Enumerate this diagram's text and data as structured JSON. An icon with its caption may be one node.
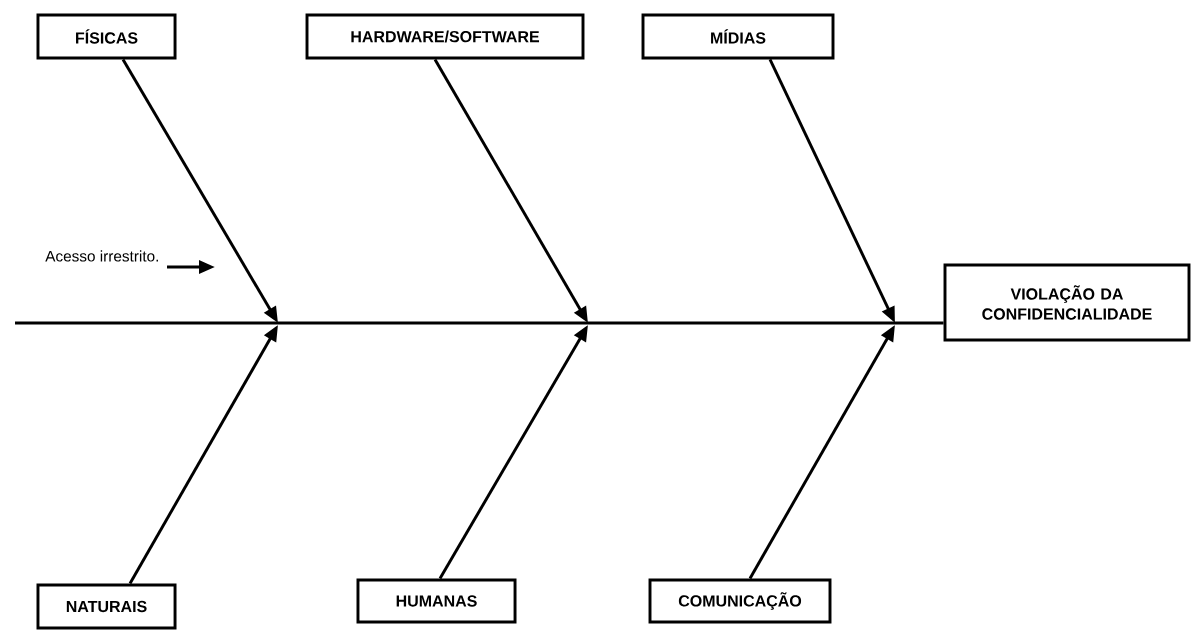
{
  "diagram": {
    "nodes": [
      {
        "text": [
          "FÍSICAS"
        ]
      },
      {
        "text": [
          "HARDWARE/SOFTWARE"
        ]
      },
      {
        "text": [
          "MÍDIAS"
        ]
      },
      {
        "text": [
          "NATURAIS"
        ]
      },
      {
        "text": [
          "HUMANAS"
        ]
      },
      {
        "text": [
          "COMUNICAÇÃO"
        ]
      },
      {
        "text": [
          "VIOLAÇÃO DA CONFIDENCIALIDADE"
        ]
      },
      {
        "text": [
          "Acesso irrestrito."
        ]
      }
    ],
    "edges": [
      {
        "from": null,
        "to": 6,
        "arrow": "none"
      },
      {
        "from": 0,
        "to": null,
        "arrow": "to"
      },
      {
        "from": 1,
        "to": null,
        "arrow": "to"
      },
      {
        "from": 2,
        "to": null,
        "arrow": "to"
      },
      {
        "from": 3,
        "to": null,
        "arrow": "to"
      },
      {
        "from": 4,
        "to": null,
        "arrow": "to"
      },
      {
        "from": 5,
        "to": null,
        "arrow": "to"
      },
      {
        "from": 7,
        "to": null,
        "arrow": "to"
      }
    ]
  }
}
